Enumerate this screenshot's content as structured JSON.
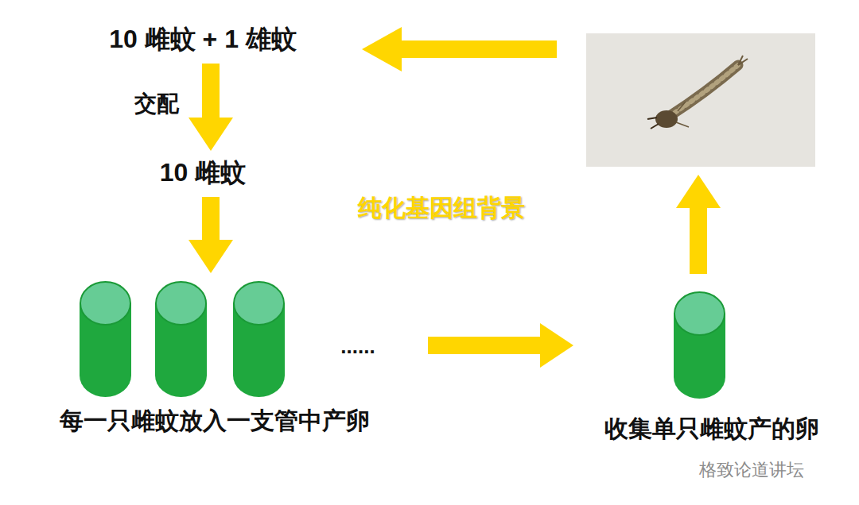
{
  "diagram": {
    "nodes": [
      {
        "text": [
          "10 雌蚊 + 1 雄蚊"
        ]
      },
      {
        "text": [
          "10 雌蚊"
        ]
      },
      {
        "text": [
          "每一只雌蚊放入一支管中产卵"
        ]
      },
      {
        "text": [
          "收集单只雌蚊产的卵"
        ]
      }
    ],
    "edges": [
      {
        "from": 0,
        "to": 1,
        "arrow": "to",
        "label": "交配"
      },
      {
        "from": 1,
        "to": 2,
        "arrow": "to"
      },
      {
        "from": 2,
        "to": 3,
        "arrow": "to"
      }
    ],
    "labels": [
      "纯化基因组背景",
      "......",
      "格致论道讲坛"
    ]
  }
}
